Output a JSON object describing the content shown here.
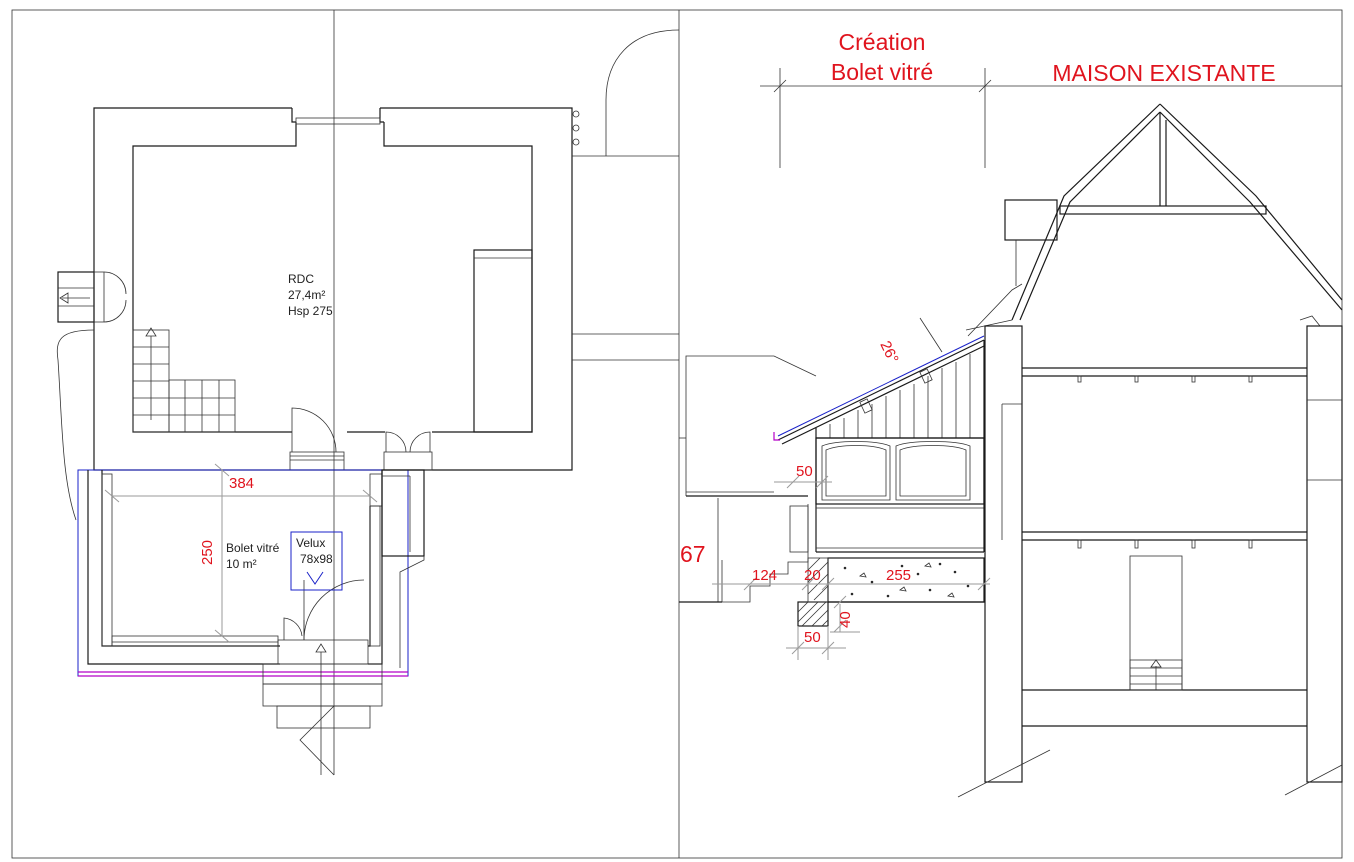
{
  "plan": {
    "room_rdc": {
      "name": "RDC",
      "area": "27,4m²",
      "height": "Hsp 275"
    },
    "room_bolet": {
      "name": "Bolet vitré",
      "area": "10 m²"
    },
    "velux": {
      "label": "Velux",
      "size": "78x98"
    },
    "dims": {
      "width": "384",
      "depth": "250"
    }
  },
  "section": {
    "title_new": {
      "line1": "Création",
      "line2": "Bolet vitré"
    },
    "title_existing": "MAISON EXISTANTE",
    "angle": "26°",
    "dims": {
      "d50_upper": "50",
      "d67": "67",
      "d124": "124",
      "d20": "20",
      "d255": "255",
      "d40": "40",
      "d50_lower": "50"
    }
  },
  "colors": {
    "annotation": "#e0141e",
    "window": "#1a22c8",
    "outline": "#b400c8"
  }
}
